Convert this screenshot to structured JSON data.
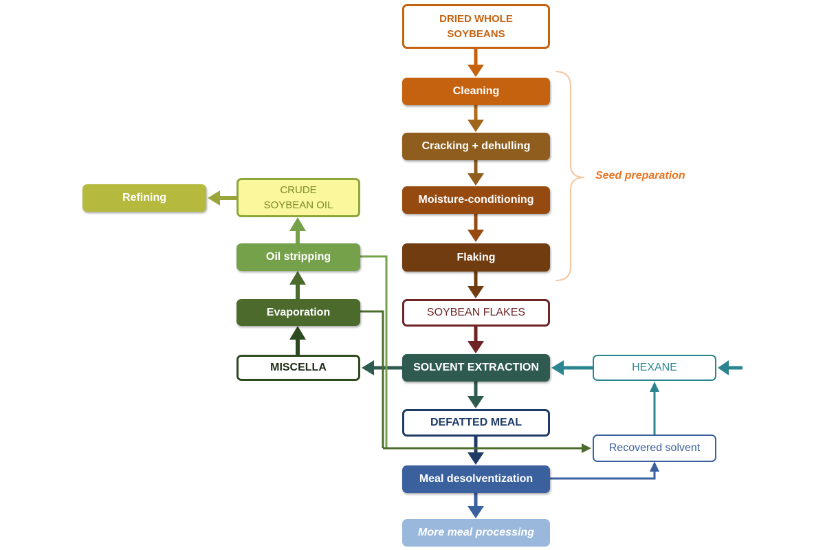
{
  "nodes": {
    "dried_whole_soybeans": "DRIED WHOLE\nSOYBEANS",
    "cleaning": "Cleaning",
    "cracking_dehulling": "Cracking + dehulling",
    "moisture_conditioning": "Moisture-conditioning",
    "flaking": "Flaking",
    "soybean_flakes": "SOYBEAN FLAKES",
    "solvent_extraction": "SOLVENT EXTRACTION",
    "defatted_meal": "DEFATTED MEAL",
    "meal_desolventization": "Meal desolventization",
    "more_meal_processing": "More meal processing",
    "hexane": "HEXANE",
    "recovered_solvent": "Recovered solvent",
    "miscella": "MISCELLA",
    "evaporation": "Evaporation",
    "oil_stripping": "Oil stripping",
    "crude_soybean_oil": "CRUDE\nSOYBEAN OIL",
    "refining": "Refining"
  },
  "annotations": {
    "seed_preparation": "Seed preparation"
  },
  "colors": {
    "orange": "#c5620f",
    "orange_brown": "#8f5e1e",
    "brown": "#964a10",
    "dark_brown": "#713d10",
    "maroon": "#6e2325",
    "teal_dark": "#2e5a50",
    "teal": "#2b8590",
    "navy": "#1f3a66",
    "blue": "#3a619d",
    "light_blue": "#9ab8dc",
    "olive": "#b5b93d",
    "yellow_fill": "#fbf79c",
    "yellow_border": "#8fa63a",
    "green": "#76a14b",
    "dark_green": "#4b6a2c",
    "darkest_green": "#2e4a20",
    "bracket": "#f7c6a0"
  }
}
